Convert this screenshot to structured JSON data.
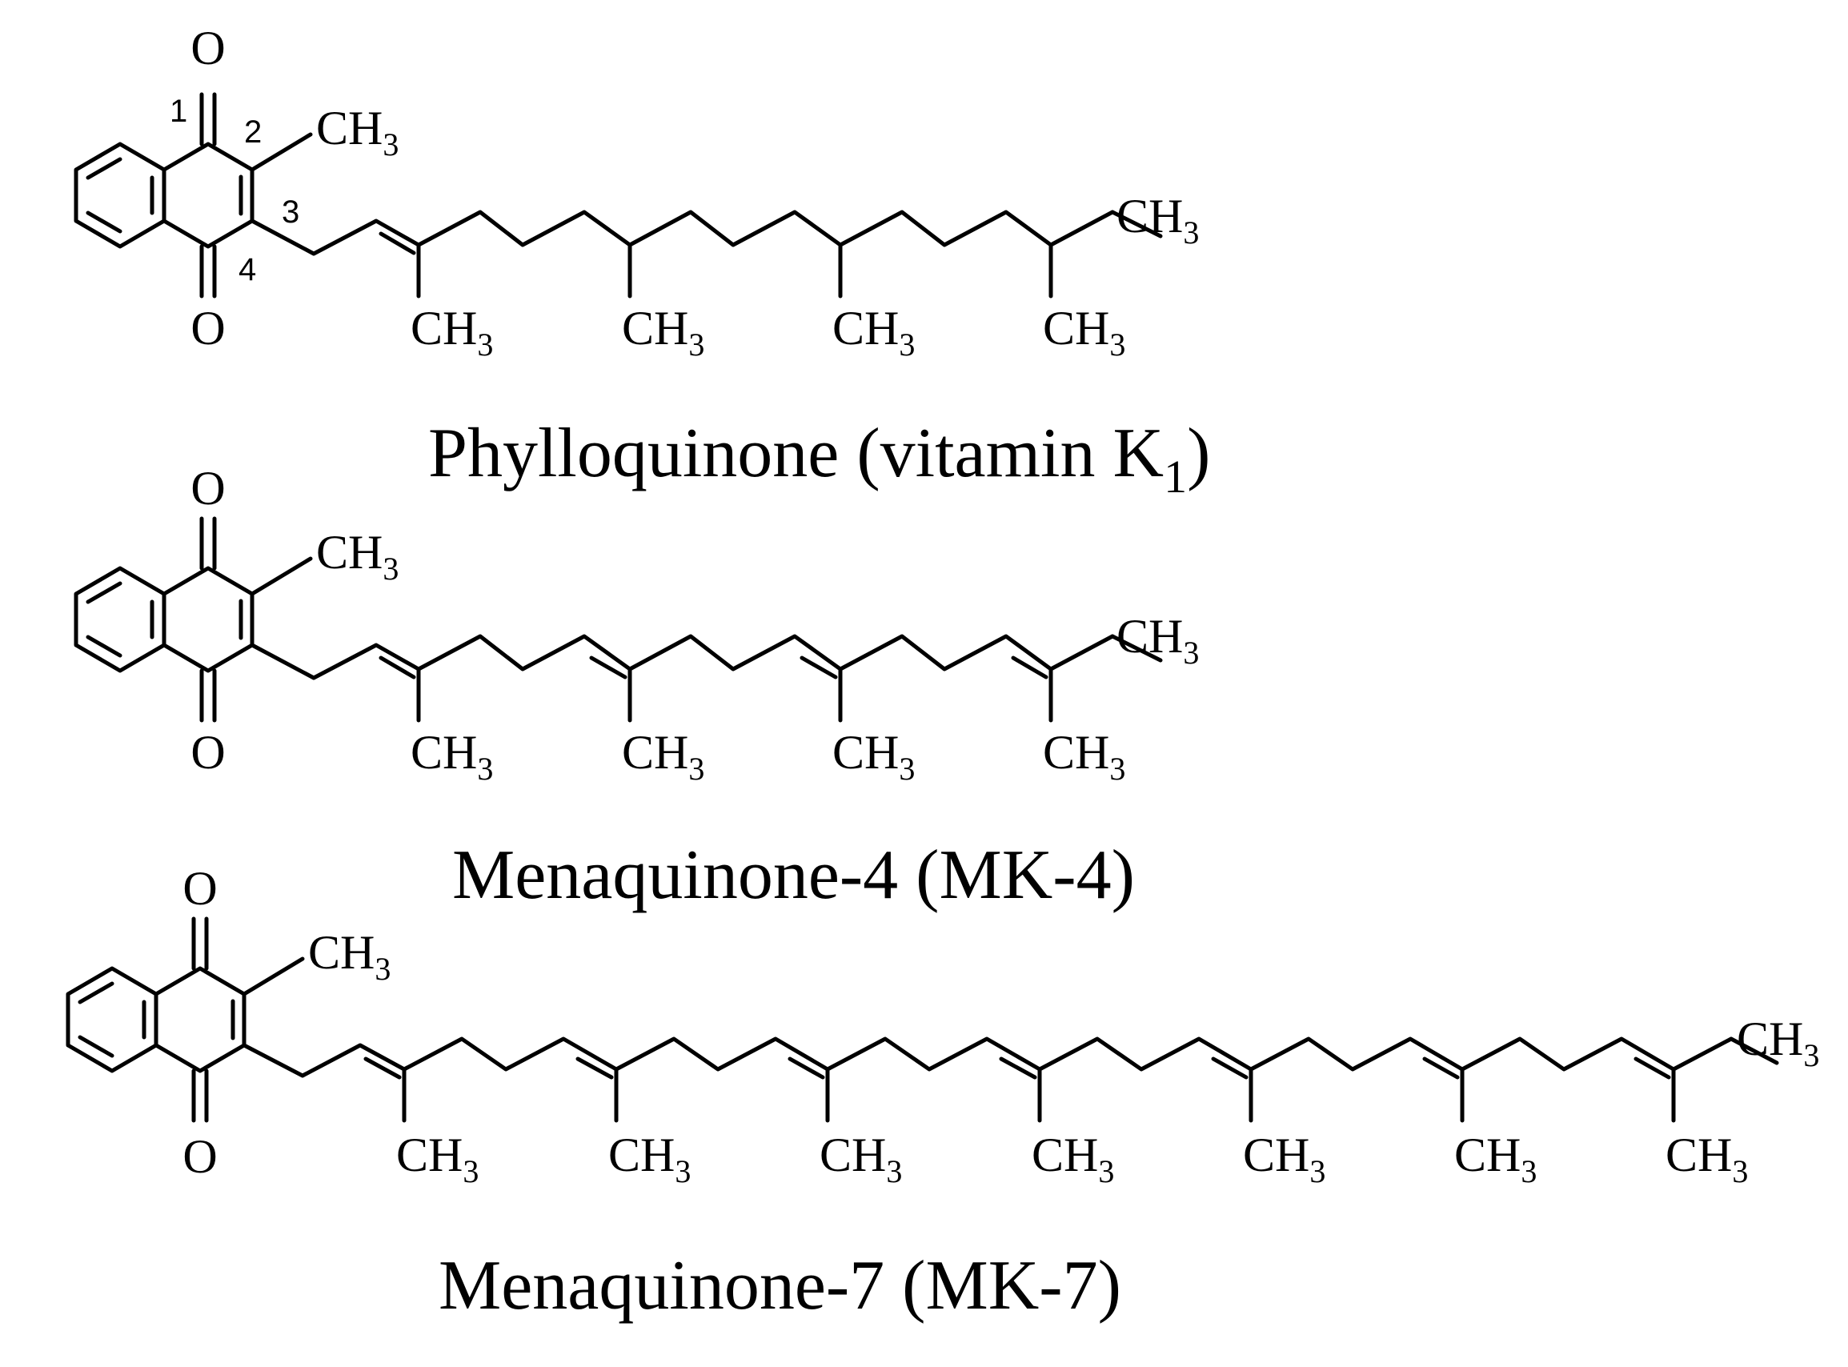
{
  "figure": {
    "labels": {
      "oxygen": "O",
      "methyl": "CH",
      "methyl_sub": "3",
      "ring_positions": [
        "1",
        "2",
        "3",
        "4"
      ]
    },
    "molecules": [
      {
        "name": "Phylloquinone (vitamin K",
        "name_sub": "1",
        "name_close": ")",
        "side_chain_units": 4,
        "saturated_units_after_first": 3
      },
      {
        "name": "Menaquinone-4 (MK-4)",
        "side_chain_units": 4
      },
      {
        "name": "Menaquinone-7 (MK-7)",
        "side_chain_units": 7
      }
    ]
  }
}
